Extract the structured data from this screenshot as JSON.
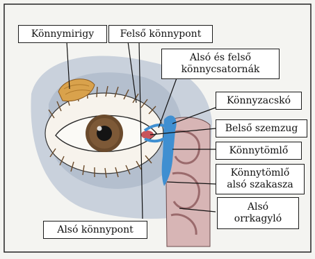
{
  "labels": {
    "konnymirigy": "Könnymirigy",
    "felso_konnypont": "Felső könnypont",
    "also_felso_line1": "Alsó és felső",
    "also_felso_line2": "könnycsatornák",
    "konnyzacsko": "Könnyzacskó",
    "belso_szemzug": "Belső szemzug",
    "konnytomlo": "Könnytömlő",
    "konnytomlo_also_line1": "Könnytömlő",
    "konnytomlo_also_line2": "alsó szakasza",
    "also_orrkagylo_line1": "Alsó",
    "also_orrkagylo_line2": "orrkagyló",
    "also_konnypont": "Alsó könnypont"
  },
  "colors": {
    "skin": "#d7dce4",
    "socket": "#b4bfce",
    "gland": "#d9a24c",
    "iris": "#6a4a2c",
    "duct": "#3f8fd1",
    "nasal": "#b98a8c",
    "border": "#1a1a1a"
  }
}
